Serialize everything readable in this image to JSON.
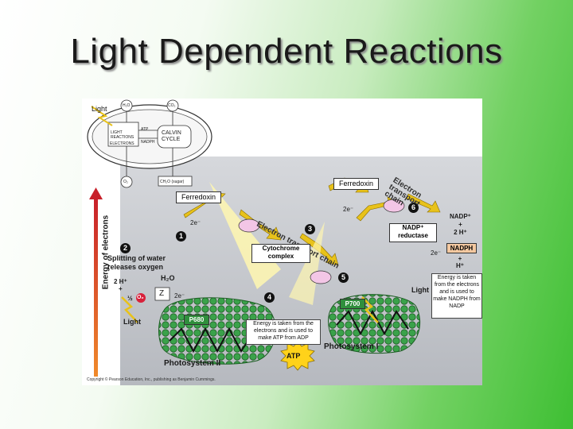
{
  "slide": {
    "title": "Light Dependent Reactions"
  },
  "inset": {
    "light": "Light",
    "h2o": "H₂O",
    "co2": "CO₂",
    "calvin_cycle": "CALVIN\nCYCLE",
    "light_reactions": "LIGHT\nREACTIONS",
    "electrons": "ELECTRONS",
    "o2": "O₂",
    "sugar": "CH₂O (sugar)",
    "nadph": "NADPH",
    "atp": "ATP"
  },
  "axis": {
    "ylabel": "Energy of electrons"
  },
  "labels": {
    "ferredoxin_left": "Ferredoxin",
    "ferredoxin_right": "Ferredoxin",
    "etc_left": "Electron transport chain",
    "etc_right": "Electron transport chain",
    "splitting": "Splitting of water\nreleases oxygen",
    "h2o": "H₂O",
    "h_plus": "2 H⁺\n+",
    "half_o2": "½",
    "o2": "O₂",
    "z": "Z",
    "e_minus": "2e⁻",
    "e_top_left": "2e⁻",
    "e_top_right": "2e⁻",
    "e_right": "2e⁻",
    "light_left": "Light",
    "light_right": "Light",
    "p680": "P680",
    "p700": "P700",
    "cytochrome": "Cytochrome\ncomplex",
    "nadp_reductase": "NADP⁺\nreductase",
    "nadp_right": "NADP⁺\n+\n2 H⁺",
    "nadph": "NADPH",
    "plus_h": "+\nH⁺",
    "atp": "ATP",
    "ps2": "Photosystem II",
    "ps1": "Photosystem I",
    "copyright": "Copyright © Pearson Education, Inc., publishing as Benjamin Cummings."
  },
  "steps": [
    "1",
    "2",
    "3",
    "4",
    "5",
    "6"
  ],
  "notes": {
    "atp_note": "Energy is taken from the electrons and is used to make ATP from ADP",
    "nadph_note": "Energy is taken from the electrons and is used to make NADPH from NADP"
  },
  "colors": {
    "panel": "#c9cbcf",
    "membrane": "#2a8a3a",
    "arrow": "#e8c21a",
    "oxygen": "#d8203a",
    "axis_arrow": "#d94a2a"
  }
}
